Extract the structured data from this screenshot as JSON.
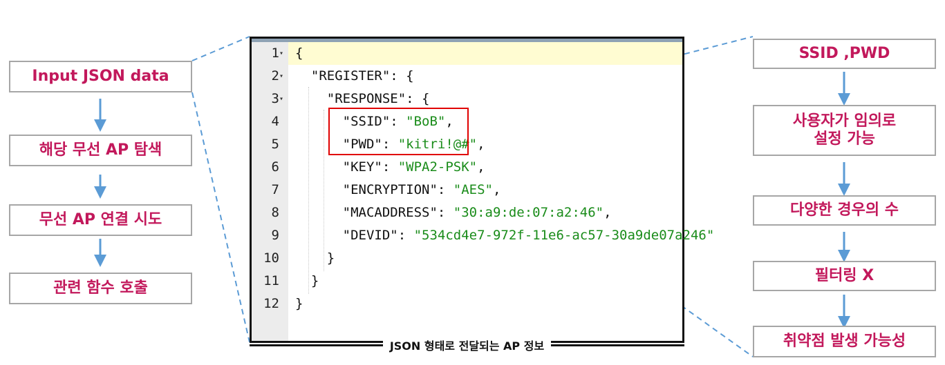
{
  "left_flow": {
    "steps": [
      "Input JSON data",
      "해당 무선 AP 탐색",
      "무선 AP 연결 시도",
      "관련 함수 호출"
    ]
  },
  "right_flow": {
    "steps": [
      "SSID ,PWD",
      "사용자가 임의로\n설정 가능",
      "다양한 경우의 수",
      "필터링 X",
      "취약점 발생 가능성"
    ]
  },
  "editor": {
    "lines": [
      {
        "num": "1",
        "fold": "▾",
        "code": "{"
      },
      {
        "num": "2",
        "fold": "▾",
        "code": "  \"REGISTER\": {"
      },
      {
        "num": "3",
        "fold": "▾",
        "code": "    \"RESPONSE\": {"
      },
      {
        "num": "4",
        "fold": "",
        "key": "      \"SSID\": ",
        "val": "\"BoB\"",
        "tail": ","
      },
      {
        "num": "5",
        "fold": "",
        "key": "      \"PWD\": ",
        "val": "\"kitri!@#\"",
        "tail": ","
      },
      {
        "num": "6",
        "fold": "",
        "key": "      \"KEY\": ",
        "val": "\"WPA2-PSK\"",
        "tail": ","
      },
      {
        "num": "7",
        "fold": "",
        "key": "      \"ENCRYPTION\": ",
        "val": "\"AES\"",
        "tail": ","
      },
      {
        "num": "8",
        "fold": "",
        "key": "      \"MACADDRESS\": ",
        "val": "\"30:a9:de:07:a2:46\"",
        "tail": ","
      },
      {
        "num": "9",
        "fold": "",
        "key": "      \"DEVID\": ",
        "val": "\"534cd4e7-972f-11e6-ac57-30a9de07a246\"",
        "tail": ""
      },
      {
        "num": "10",
        "fold": "",
        "code": "    }"
      },
      {
        "num": "11",
        "fold": "",
        "code": "  }"
      },
      {
        "num": "12",
        "fold": "",
        "code": "}"
      }
    ]
  },
  "caption": "JSON 형태로 전달되는 AP 정보",
  "colors": {
    "box_text": "#c2185b",
    "box_border": "#a6a6a6",
    "arrow": "#5b9bd5",
    "highlight_border": "#e00000",
    "string_value": "#1a8c1a"
  }
}
